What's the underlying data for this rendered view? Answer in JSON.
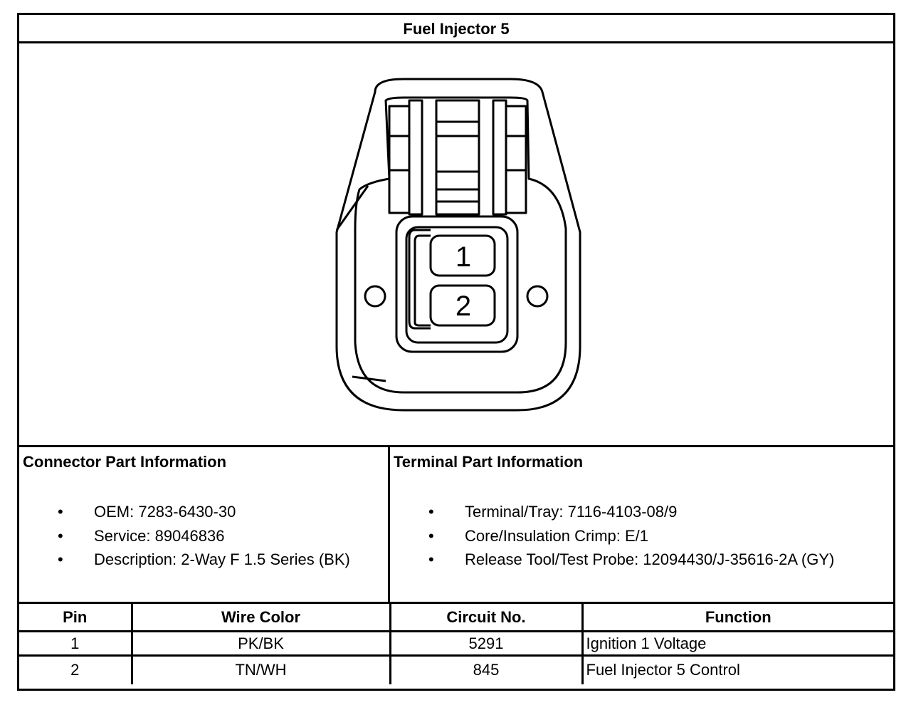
{
  "title": "Fuel Injector 5",
  "connector_info": {
    "heading": "Connector Part Information",
    "items": [
      "OEM: 7283-6430-30",
      "Service: 89046836",
      "Description: 2-Way F 1.5 Series (BK)"
    ]
  },
  "terminal_info": {
    "heading": "Terminal Part Information",
    "items": [
      "Terminal/Tray: 7116-4103-08/9",
      "Core/Insulation Crimp: E/1",
      "Release Tool/Test Probe: 12094430/J-35616-2A (GY)"
    ]
  },
  "bullet_char": "•",
  "pin_labels": [
    "1",
    "2"
  ],
  "table": {
    "headers": [
      "Pin",
      "Wire Color",
      "Circuit No.",
      "Function"
    ],
    "rows": [
      [
        "1",
        "PK/BK",
        "5291",
        "Ignition 1 Voltage"
      ],
      [
        "2",
        "TN/WH",
        "845",
        "Fuel Injector 5 Control"
      ]
    ]
  }
}
